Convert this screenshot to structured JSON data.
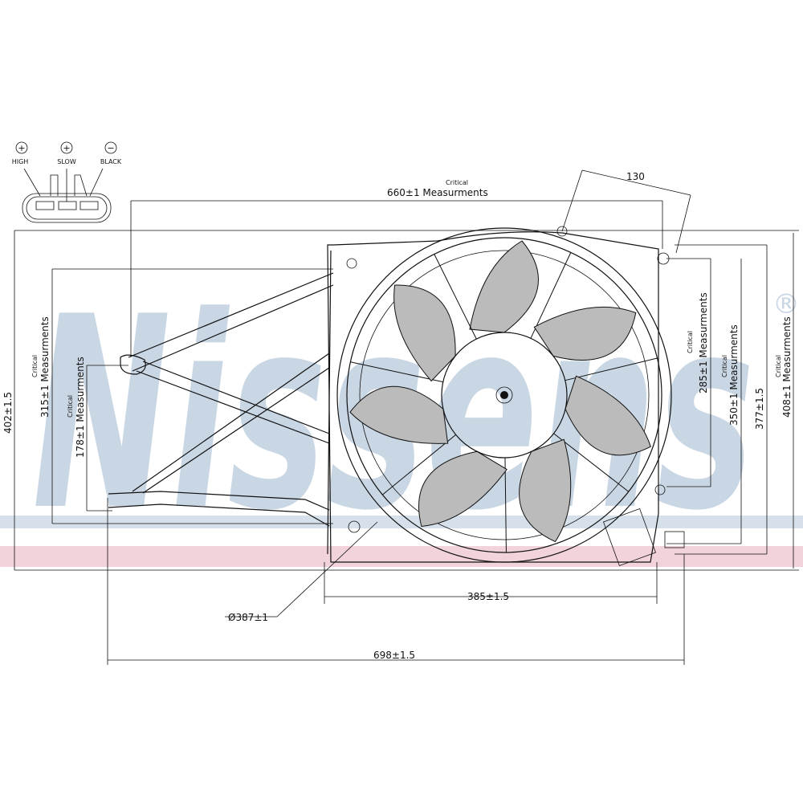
{
  "watermark": {
    "brand": "Nissens",
    "registered": "®",
    "color": "#c9d6e4",
    "band_color": "#f2d3da"
  },
  "connector": {
    "pins": [
      {
        "symbol": "+",
        "label": "HIGH"
      },
      {
        "symbol": "+",
        "label": "SLOW"
      },
      {
        "symbol": "−",
        "label": "BLACK"
      }
    ]
  },
  "dimensions": {
    "top_width": {
      "note": "Critical",
      "value": "660±1 Measurments"
    },
    "offset": {
      "value": "130"
    },
    "left_height": {
      "value": "402±1.5"
    },
    "left_critical": {
      "note": "Critical",
      "value": "315±1 Measurments"
    },
    "left_inner": {
      "note": "Critical",
      "value": "178±1 Measurments"
    },
    "right_285": {
      "note": "Critical",
      "value": "285±1 Measurments"
    },
    "right_350": {
      "note": "Critical",
      "value": "350±1 Measurments"
    },
    "right_377": {
      "value": "377±1.5"
    },
    "right_408": {
      "note": "Critical",
      "value": "408±1 Measurments"
    },
    "shroud_width": {
      "value": "385±1.5"
    },
    "fan_diameter": {
      "value": "Ø387±1"
    },
    "overall_width": {
      "value": "698±1.5"
    }
  }
}
